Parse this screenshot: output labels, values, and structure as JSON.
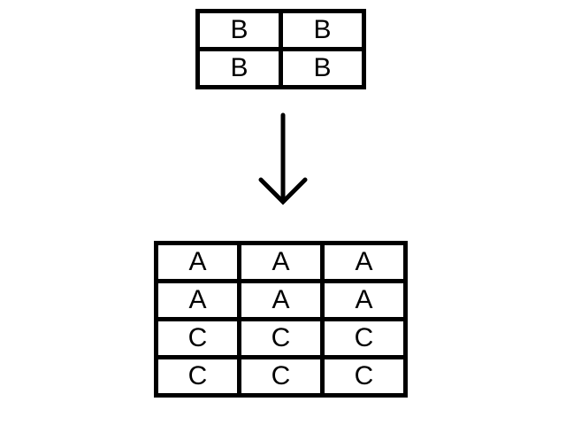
{
  "top_grid": {
    "rows": [
      [
        "B",
        "B"
      ],
      [
        "B",
        "B"
      ]
    ]
  },
  "bottom_grid": {
    "rows": [
      [
        "A",
        "A",
        "A"
      ],
      [
        "A",
        "A",
        "A"
      ],
      [
        "C",
        "C",
        "C"
      ],
      [
        "C",
        "C",
        "C"
      ]
    ]
  },
  "colors": {
    "line": "#000000",
    "background": "#ffffff"
  },
  "icons": {
    "arrow": "arrow-down-icon"
  }
}
